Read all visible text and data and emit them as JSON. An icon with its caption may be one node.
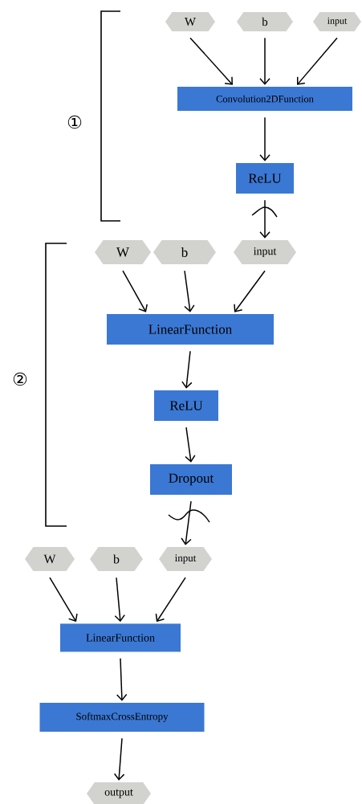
{
  "diagram": {
    "nodes": [
      {
        "text": [
          "W"
        ]
      },
      {
        "text": [
          "b"
        ]
      },
      {
        "text": [
          "input"
        ]
      },
      {
        "text": [
          "Convolution2DFunction"
        ]
      },
      {
        "text": [
          "ReLU"
        ]
      },
      {
        "text": [
          "W"
        ]
      },
      {
        "text": [
          "b"
        ]
      },
      {
        "text": [
          "input"
        ]
      },
      {
        "text": [
          "LinearFunction"
        ]
      },
      {
        "text": [
          "ReLU"
        ]
      },
      {
        "text": [
          "Dropout"
        ]
      },
      {
        "text": [
          "W"
        ]
      },
      {
        "text": [
          "b"
        ]
      },
      {
        "text": [
          "input"
        ]
      },
      {
        "text": [
          "LinearFunction"
        ]
      },
      {
        "text": [
          "SoftmaxCrossEntropy"
        ]
      },
      {
        "text": [
          "output"
        ]
      }
    ],
    "edges": [
      {
        "from": 0,
        "to": 3,
        "arrow": "to"
      },
      {
        "from": 1,
        "to": 3,
        "arrow": "to"
      },
      {
        "from": 2,
        "to": 3,
        "arrow": "to"
      },
      {
        "from": 3,
        "to": 4,
        "arrow": "to"
      },
      {
        "from": 4,
        "to": 7,
        "arrow": "to"
      },
      {
        "from": 5,
        "to": 8,
        "arrow": "to"
      },
      {
        "from": 6,
        "to": 8,
        "arrow": "to"
      },
      {
        "from": 7,
        "to": 8,
        "arrow": "to"
      },
      {
        "from": 8,
        "to": 9,
        "arrow": "to"
      },
      {
        "from": 9,
        "to": 10,
        "arrow": "to"
      },
      {
        "from": 10,
        "to": 13,
        "arrow": "to"
      },
      {
        "from": 11,
        "to": 14,
        "arrow": "to"
      },
      {
        "from": 12,
        "to": 14,
        "arrow": "to"
      },
      {
        "from": 13,
        "to": 14,
        "arrow": "to"
      },
      {
        "from": 14,
        "to": 15,
        "arrow": "to"
      },
      {
        "from": 15,
        "to": 16,
        "arrow": "to"
      }
    ],
    "labels": [
      "①",
      "②"
    ]
  }
}
